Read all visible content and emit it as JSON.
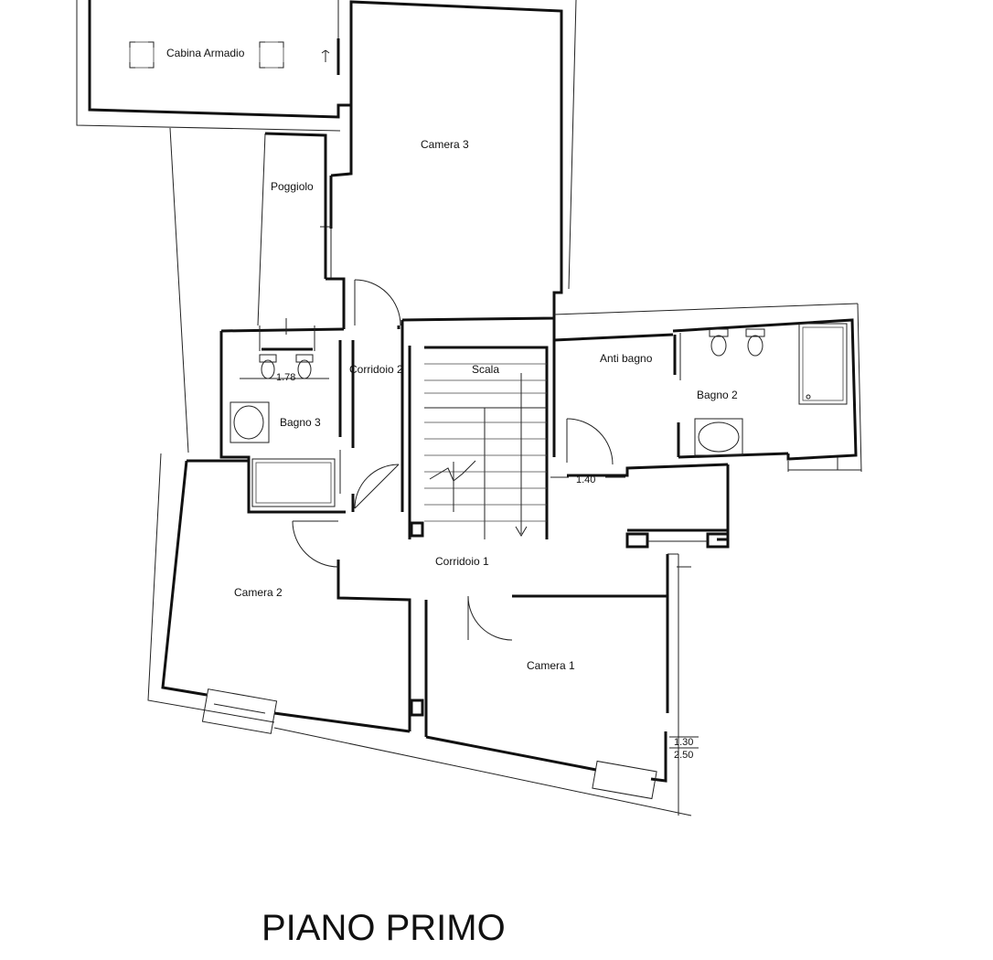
{
  "plan_title": "PIANO PRIMO",
  "rooms": {
    "cabina_armadio": "Cabina Armadio",
    "camera_3": "Camera 3",
    "poggiolo": "Poggiolo",
    "corridoio_2": "Corridoio 2",
    "scala": "Scala",
    "anti_bagno": "Anti bagno",
    "bagno_2": "Bagno 2",
    "bagno_3": "Bagno 3",
    "corridoio_1": "Corridoio 1",
    "camera_2": "Camera 2",
    "camera_1": "Camera 1"
  },
  "dimensions": {
    "bagno_3_width": "1.78",
    "passage_width": "1.40",
    "window_height": "1.30",
    "window_sill": "2.50"
  }
}
